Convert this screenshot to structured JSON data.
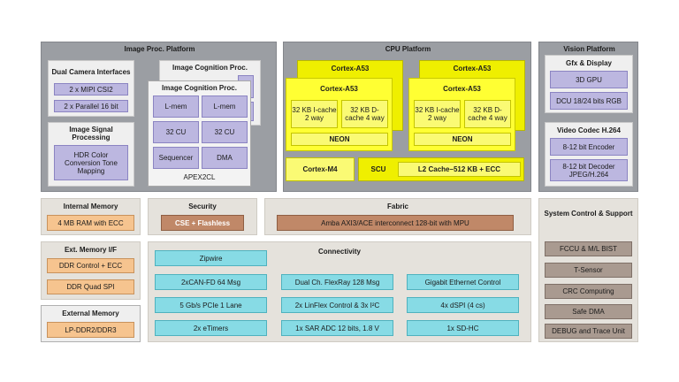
{
  "image_proc": {
    "title": "Image Proc. Platform",
    "dual_camera": {
      "title": "Dual Camera Interfaces",
      "items": [
        "2 x MIPI CSI2",
        "2 x Parallel 16 bit"
      ]
    },
    "isp": {
      "title": "Image Signal Processing",
      "body": "HDR Color Conversion Tone Mapping"
    },
    "icp_back": {
      "title": "Image Cognition Proc."
    },
    "icp_front": {
      "title": "Image Cognition Proc.",
      "cells": [
        "L-mem",
        "L-mem",
        "32 CU",
        "32 CU",
        "Sequencer",
        "DMA"
      ]
    },
    "apex": "APEX2CL"
  },
  "cpu": {
    "title": "CPU Platform",
    "core_back": "Cortex-A53",
    "core": {
      "title": "Cortex-A53",
      "icache": "32 KB I-cache 2 way",
      "dcache": "32 KB D-cache 4 way",
      "neon": "NEON"
    },
    "m4": "Cortex-M4",
    "scu": "SCU",
    "l2": "L2 Cache–512 KB + ECC"
  },
  "vision": {
    "title": "Vision Platform",
    "gfx": {
      "title": "Gfx & Display",
      "items": [
        "3D GPU",
        "DCU 18/24 bits RGB"
      ]
    },
    "codec": {
      "title": "Video Codec H.264",
      "items": [
        "8-12 bit Encoder",
        "8-12 bit Decoder JPEG/H.264"
      ]
    }
  },
  "internal_memory": {
    "title": "Internal Memory",
    "item": "4 MB RAM with ECC"
  },
  "security": {
    "title": "Security",
    "item": "CSE + Flashless"
  },
  "fabric": {
    "title": "Fabric",
    "item": "Amba AXI3/ACE interconnect 128-bit with MPU"
  },
  "system_control": {
    "title": "System Control & Support",
    "items": [
      "FCCU & M/L BIST",
      "T-Sensor",
      "CRC Computing",
      "Safe DMA",
      "DEBUG and Trace Unit"
    ]
  },
  "ext_memory_if": {
    "title": "Ext. Memory I/F",
    "items": [
      "DDR Control + ECC",
      "DDR Quad SPI"
    ]
  },
  "external_memory": {
    "title": "External Memory",
    "item": "LP-DDR2/DDR3"
  },
  "connectivity": {
    "title": "Connectivity",
    "items": [
      "Zipwire",
      "2xCAN-FD 64 Msg",
      "Dual Ch. FlexRay 128 Msg",
      "Gigabit Ethernet Control",
      "5 Gb/s PCIe 1 Lane",
      "2x LinFlex Control & 3x I²C",
      "4x dSPI (4 cs)",
      "2x eTimers",
      "1x SAR ADC 12 bits, 1.8 V",
      "1x SD-HC"
    ]
  }
}
